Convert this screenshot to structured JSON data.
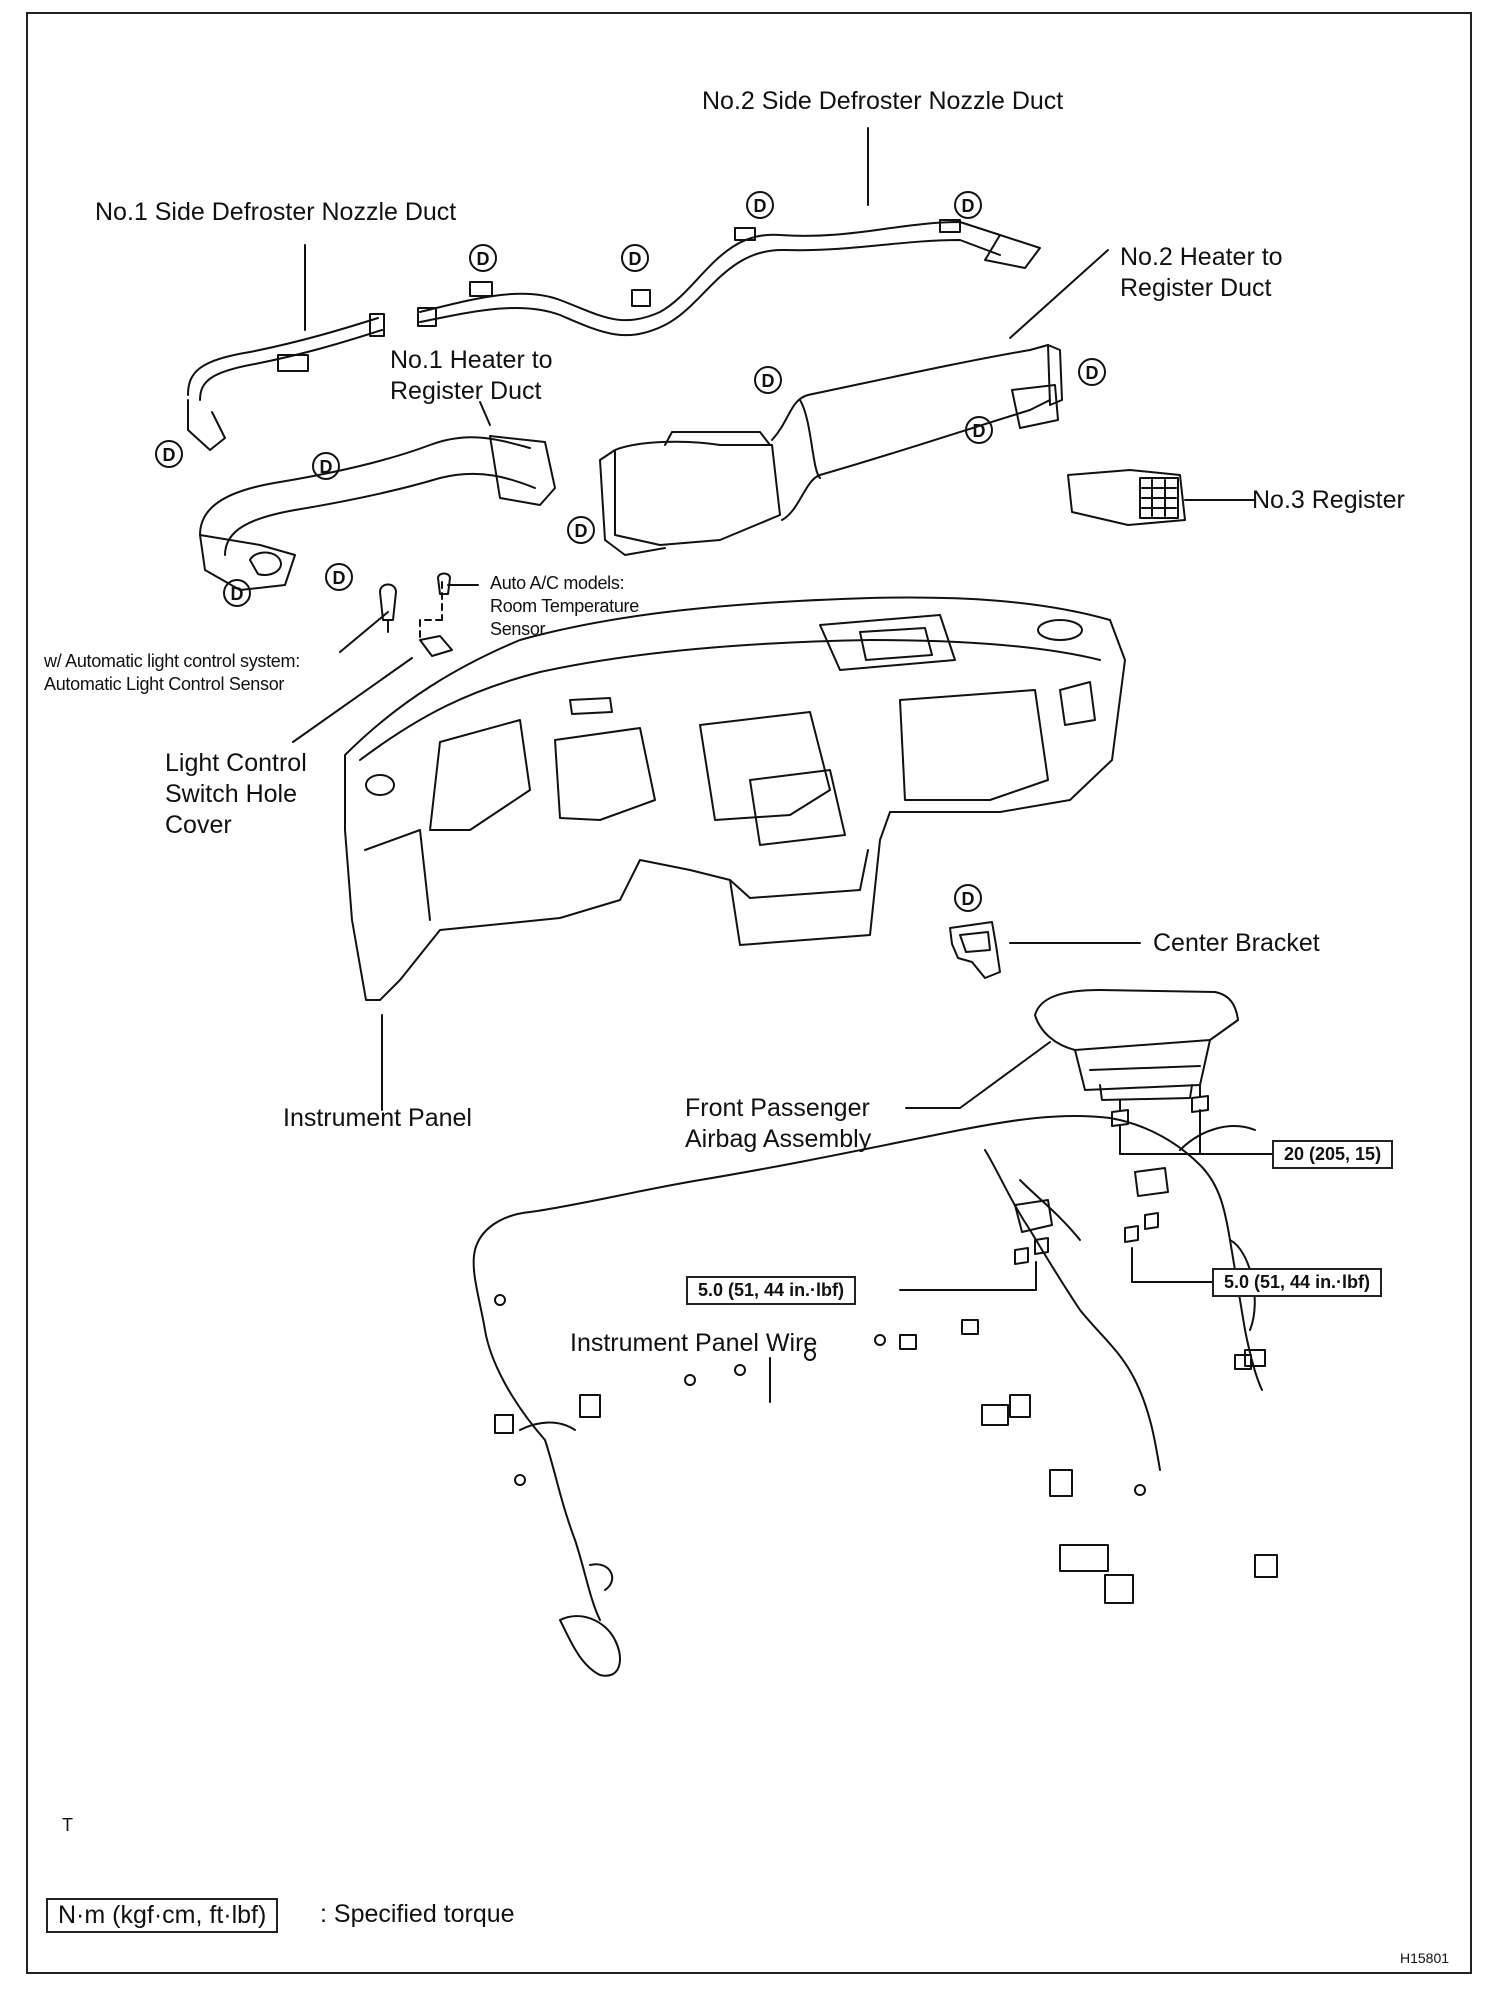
{
  "labels": {
    "no2_side_defroster": "No.2 Side Defroster Nozzle Duct",
    "no1_side_defroster": "No.1 Side Defroster Nozzle Duct",
    "no2_heater_line1": "No.2 Heater to",
    "no2_heater_line2": "Register Duct",
    "no1_heater_line1": "No.1 Heater to",
    "no1_heater_line2": "Register Duct",
    "no3_register": "No.3 Register",
    "auto_ac_line1": "Auto A/C models:",
    "auto_ac_line2": "Room Temperature",
    "auto_ac_line3": "Sensor",
    "auto_light_line1": "w/ Automatic light control system:",
    "auto_light_line2": "Automatic Light Control Sensor",
    "light_cover_line1": "Light Control",
    "light_cover_line2": "Switch Hole",
    "light_cover_line3": "Cover",
    "center_bracket": "Center Bracket",
    "instrument_panel": "Instrument Panel",
    "airbag_line1": "Front Passenger",
    "airbag_line2": "Airbag Assembly",
    "instrument_panel_wire": "Instrument Panel Wire"
  },
  "torques": {
    "airbag_bolts": "20 (205, 15)",
    "left_bracket_bolts": "5.0 (51, 44 in.·lbf)",
    "right_bracket_bolts": "5.0 (51, 44 in.·lbf)"
  },
  "marker_letter": "D",
  "corner_letter": "T",
  "legend": {
    "unit": "N·m (kgf·cm, ft·lbf)",
    "description": ": Specified torque"
  },
  "figure_code": "H15801"
}
